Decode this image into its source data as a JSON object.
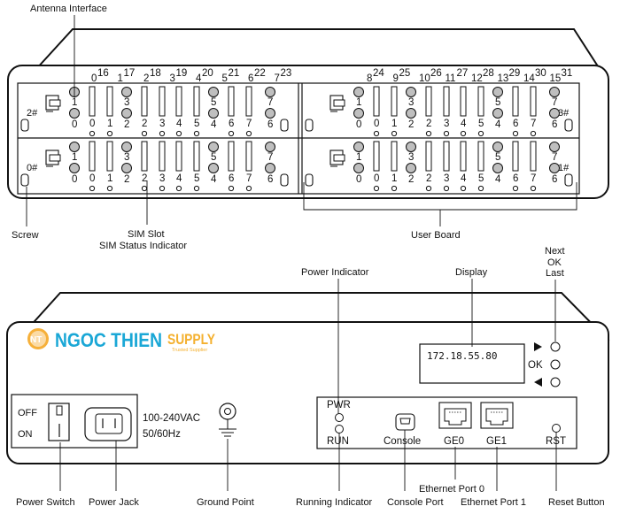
{
  "top_view": {
    "callouts": {
      "antenna_interface": "Antenna Interface",
      "screw": "Screw",
      "sim_slot": "SIM Slot",
      "sim_status_indicator": "SIM Status Indicator",
      "user_board": "User Board"
    },
    "boards": {
      "top_left": "2#",
      "bottom_left": "0#",
      "top_right": "3#",
      "bottom_right": "1#"
    },
    "top_row_left_numbers": [
      "0",
      "16",
      "1",
      "17",
      "2",
      "18",
      "3",
      "19",
      "4",
      "20",
      "5",
      "21",
      "6",
      "22",
      "7",
      "23"
    ],
    "top_row_right_numbers": [
      "8",
      "24",
      "9",
      "25",
      "10",
      "26",
      "11",
      "27",
      "12",
      "28",
      "13",
      "29",
      "14",
      "30",
      "15",
      "31"
    ],
    "antenna_digits": [
      "1",
      "0",
      "3",
      "2",
      "5",
      "4",
      "7",
      "6"
    ],
    "slot_digits": [
      "0",
      "1",
      "2",
      "3",
      "4",
      "5",
      "6",
      "7"
    ]
  },
  "bottom_view": {
    "logo": {
      "badge": "NT",
      "brand": "NGOC THIEN",
      "brand2": "SUPPLY",
      "tagline": "Trusted Supplier"
    },
    "callouts": {
      "power_indicator": "Power Indicator",
      "display": "Display",
      "next": "Next",
      "ok": "OK",
      "last": "Last",
      "power_switch": "Power Switch",
      "power_jack": "Power Jack",
      "ground_point": "Ground Point",
      "running_indicator": "Running Indicator",
      "console_port": "Console Port",
      "ethernet_port_0": "Ethernet Port 0",
      "ethernet_port_1": "Ethernet Port 1",
      "reset_button": "Reset Button"
    },
    "panel": {
      "off": "OFF",
      "on": "ON",
      "voltage": "100-240VAC",
      "frequency": "50/60Hz",
      "display_text": "172.18.55.80",
      "ok_button": "OK",
      "pwr": "PWR",
      "run": "RUN",
      "console": "Console",
      "ge0": "GE0",
      "ge1": "GE1",
      "rst": "RST"
    }
  }
}
